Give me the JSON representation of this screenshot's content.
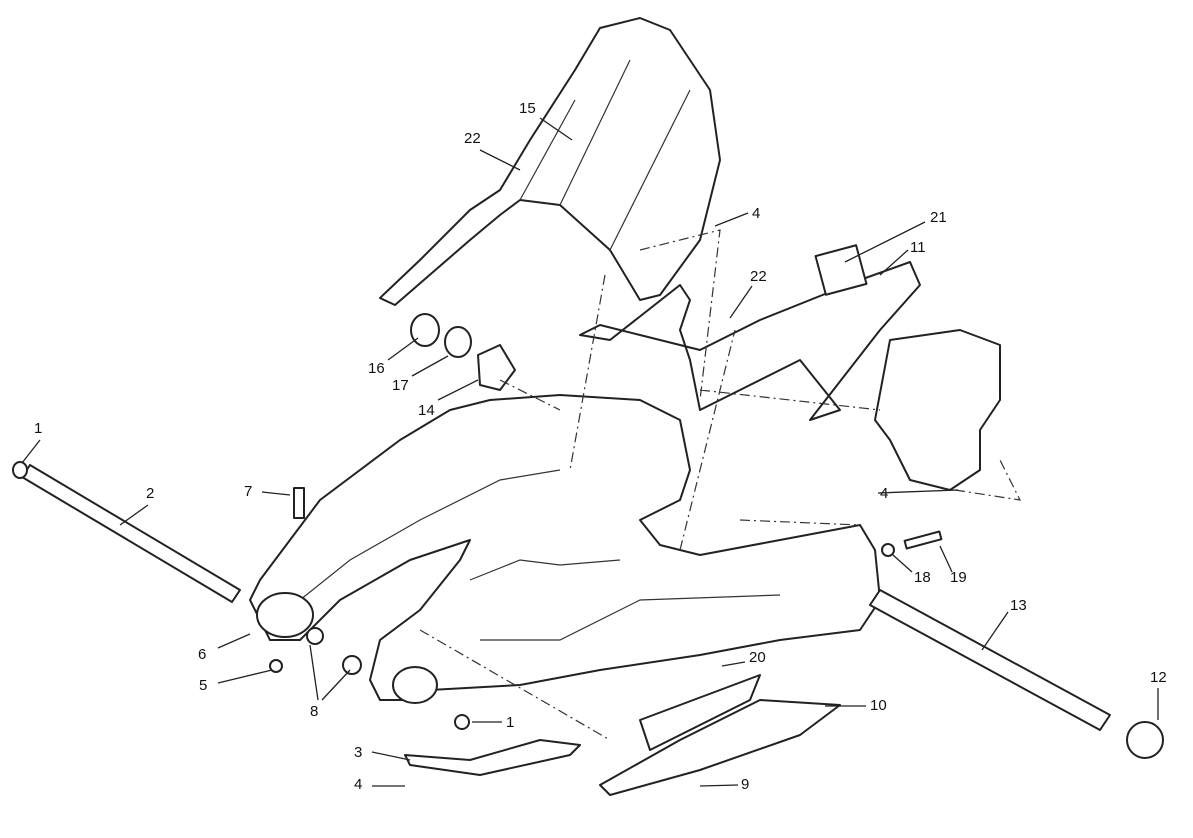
{
  "diagram": {
    "type": "exploded-parts-view",
    "callouts": [
      "22",
      "15",
      "4",
      "21",
      "11",
      "22",
      "16",
      "17",
      "14",
      "1",
      "2",
      "7",
      "4",
      "18",
      "19",
      "13",
      "12",
      "6",
      "5",
      "8",
      "20",
      "10",
      "1",
      "3",
      "4",
      "9"
    ]
  }
}
